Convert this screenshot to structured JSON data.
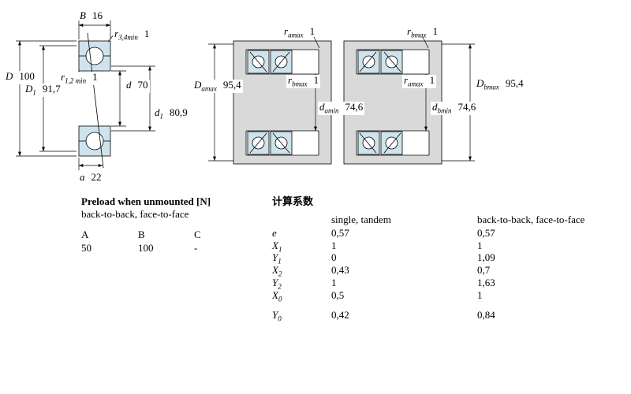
{
  "figures": {
    "single": {
      "B": {
        "base": "B",
        "sub": "",
        "value": "16"
      },
      "r34": {
        "base": "r",
        "sub": "3,4min",
        "value": "1"
      },
      "D": {
        "base": "D",
        "sub": "",
        "value": "100"
      },
      "D1": {
        "base": "D",
        "sub": "1",
        "value": "91,7"
      },
      "r12": {
        "base": "r",
        "sub": "1,2 min",
        "value": "1"
      },
      "d": {
        "base": "d",
        "sub": "",
        "value": "70"
      },
      "d1": {
        "base": "d",
        "sub": "1",
        "value": "80,9"
      },
      "a": {
        "base": "a",
        "sub": "",
        "value": "22"
      }
    },
    "pair_back_to_back": {
      "ramax": {
        "base": "r",
        "sub": "amax",
        "value": "1"
      },
      "Damax": {
        "base": "D",
        "sub": "amax",
        "value": "95,4"
      },
      "rbmax": {
        "base": "r",
        "sub": "bmax",
        "value": "1"
      },
      "damin": {
        "base": "d",
        "sub": "amin",
        "value": "74,6"
      }
    },
    "pair_face_to_face": {
      "rbmax": {
        "base": "r",
        "sub": "bmax",
        "value": "1"
      },
      "ramax": {
        "base": "r",
        "sub": "amax",
        "value": "1"
      },
      "Dbmax": {
        "base": "D",
        "sub": "bmax",
        "value": "95,4"
      },
      "dbmin": {
        "base": "d",
        "sub": "bmin",
        "value": "74,6"
      }
    }
  },
  "preload_table": {
    "title": "Preload when unmounted [N]",
    "subtitle": "back-to-back, face-to-face",
    "columns": [
      "A",
      "B",
      "C"
    ],
    "values": [
      "50",
      "100",
      "-"
    ]
  },
  "factors_table": {
    "title": "计算系数",
    "col1_header": "single, tandem",
    "col2_header": "back-to-back, face-to-face",
    "rows": [
      {
        "base": "e",
        "sub": "",
        "v1": "0,57",
        "v2": "0,57"
      },
      {
        "base": "X",
        "sub": "1",
        "v1": "1",
        "v2": "1"
      },
      {
        "base": "Y",
        "sub": "1",
        "v1": "0",
        "v2": "1,09"
      },
      {
        "base": "X",
        "sub": "2",
        "v1": "0,43",
        "v2": "0,7"
      },
      {
        "base": "Y",
        "sub": "2",
        "v1": "1",
        "v2": "1,63"
      },
      {
        "base": "X",
        "sub": "0",
        "v1": "0,5",
        "v2": "1"
      },
      {
        "base": "Y",
        "sub": "0",
        "v1": "0,42",
        "v2": "0,84"
      }
    ]
  },
  "colors": {
    "bearing_fill": "#cfe3ed",
    "steel_fill": "#d9d9d9",
    "line": "#000000"
  }
}
